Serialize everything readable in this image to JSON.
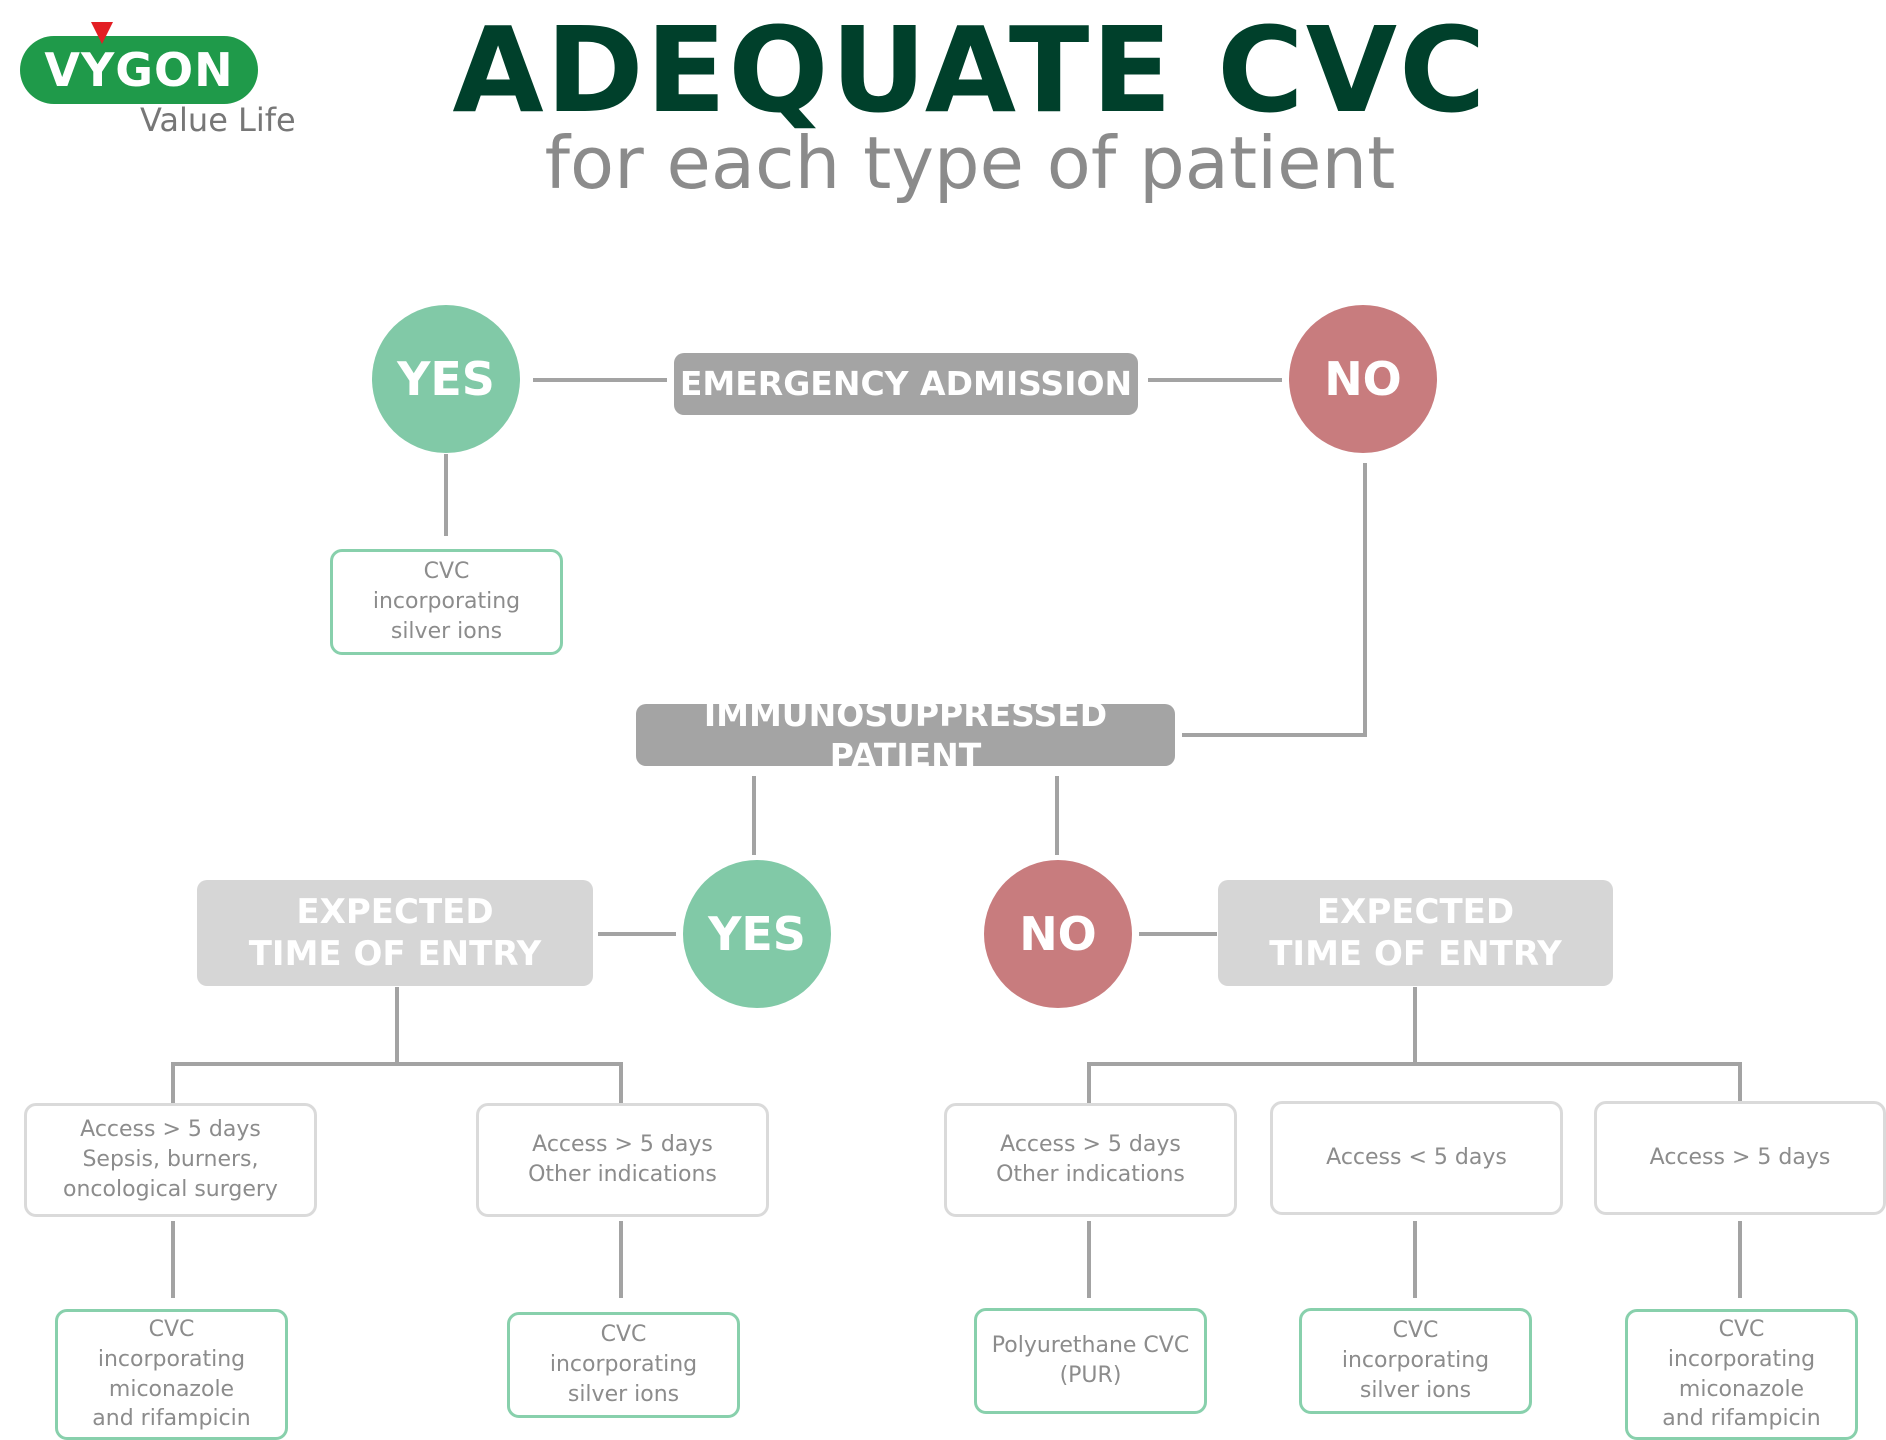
{
  "logo": {
    "brand": "VYGON",
    "tagline": "Value Life"
  },
  "title": "ADEQUATE CVC",
  "subtitle": "for each type of patient",
  "colors": {
    "yes": "#81c9a7",
    "no": "#c87c7e",
    "title": "#00402b",
    "result_border": "#88d0ac"
  },
  "nodes": {
    "emergency": "EMERGENCY ADMISSION",
    "immuno": "IMMUNOSUPPRESSED PATIENT",
    "yes1": "YES",
    "no1": "NO",
    "yes2": "YES",
    "no2": "NO",
    "expected_left": "EXPECTED\nTIME OF ENTRY",
    "expected_right": "EXPECTED\nTIME OF ENTRY",
    "result_top": "CVC\nincorporating\nsilver ions"
  },
  "conditions": [
    "Access > 5 days\nSepsis, burners,\noncological surgery",
    "Access > 5 days\nOther indications",
    "Access > 5 days\nOther indications",
    "Access < 5 days",
    "Access > 5 days"
  ],
  "results": [
    "CVC\nincorporating\nmiconazole\nand rifampicin",
    "CVC\nincorporating\nsilver ions",
    "Polyurethane CVC\n(PUR)",
    "CVC\nincorporating\nsilver ions",
    "CVC\nincorporating\nmiconazole\nand rifampicin"
  ]
}
